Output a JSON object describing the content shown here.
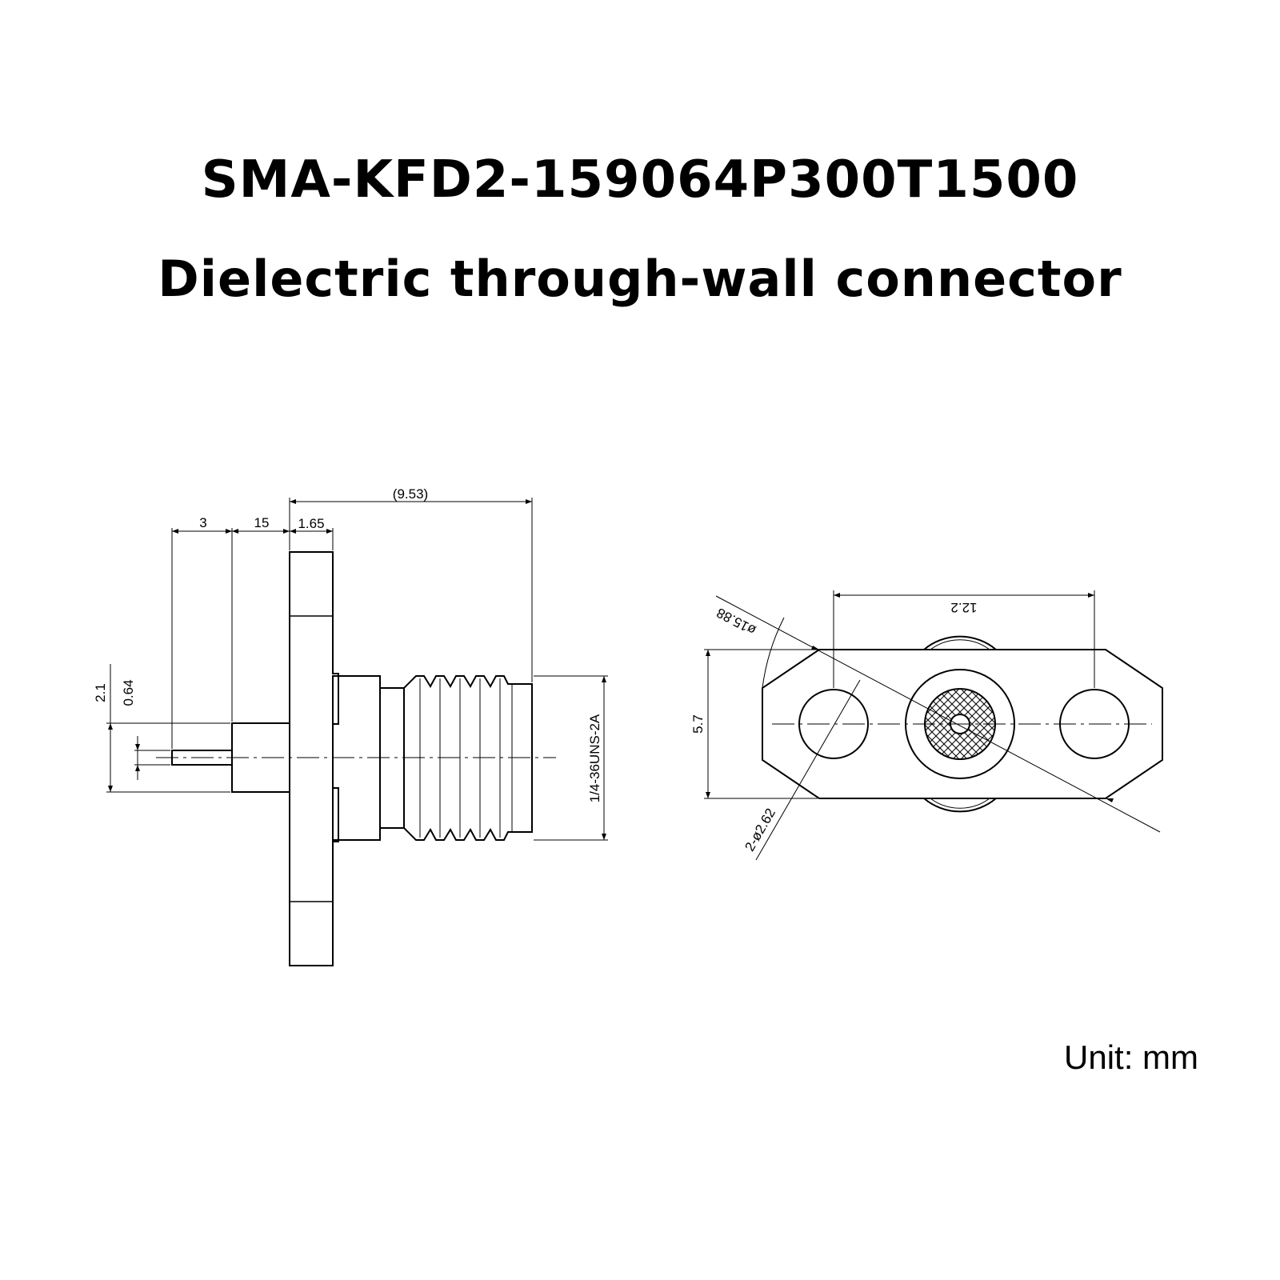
{
  "title": {
    "part_number": "SMA-KFD2-159064P300T1500",
    "description": "Dielectric through-wall connector"
  },
  "dimensions": {
    "side_view": {
      "overall_length": "(9.53)",
      "pin_length": "3",
      "insulator_length": "15",
      "flange_thickness": "1.65",
      "insulator_diameter": "2.1",
      "pin_diameter": "0.64",
      "thread_spec": "1/4-36UNS-2A"
    },
    "front_view": {
      "hole_spacing": "12.2",
      "flange_height": "5.7",
      "flange_diagonal": "ø15.88",
      "hole_diameter": "2-ø2.62"
    }
  },
  "unit_label": "Unit: mm"
}
